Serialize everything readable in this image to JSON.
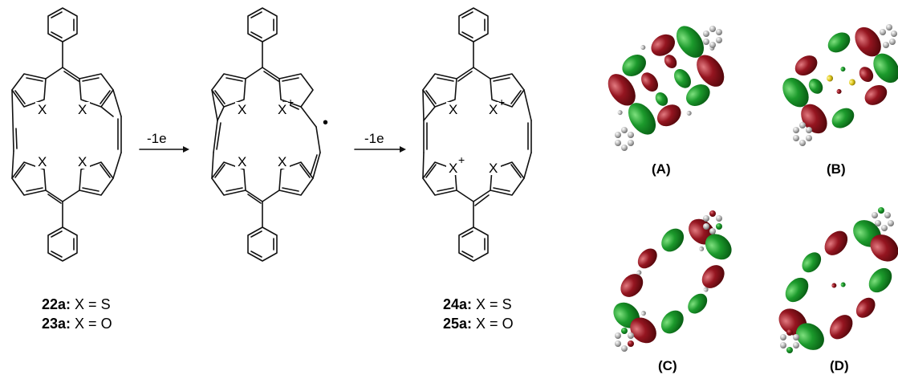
{
  "structures": [
    {
      "atoms": [
        "X",
        "X",
        "X",
        "X"
      ],
      "labels": [
        {
          "id": "22a",
          "text": " X = S"
        },
        {
          "id": "23a",
          "text": " X = O"
        }
      ]
    },
    {
      "atoms": [
        "X",
        "X",
        "X",
        "X"
      ],
      "charges": [
        "+"
      ],
      "radical": "•",
      "labels": []
    },
    {
      "atoms": [
        "X",
        "X",
        "X",
        "X"
      ],
      "charges": [
        "+",
        "+"
      ],
      "labels": [
        {
          "id": "24a",
          "text": " X = S"
        },
        {
          "id": "25a",
          "text": " X = O"
        }
      ]
    }
  ],
  "arrows": [
    {
      "label": "-1e"
    },
    {
      "label": "-1e"
    }
  ],
  "orbital_panels": [
    {
      "label": "(A)"
    },
    {
      "label": "(B)"
    },
    {
      "label": "(C)"
    },
    {
      "label": "(D)"
    }
  ],
  "colors": {
    "lobe_positive": "#0f8a24",
    "lobe_negative": "#8a1018",
    "atom_carbon": "#9a9a9a",
    "atom_sulfur": "#d8c21b",
    "bond": "#111111"
  }
}
